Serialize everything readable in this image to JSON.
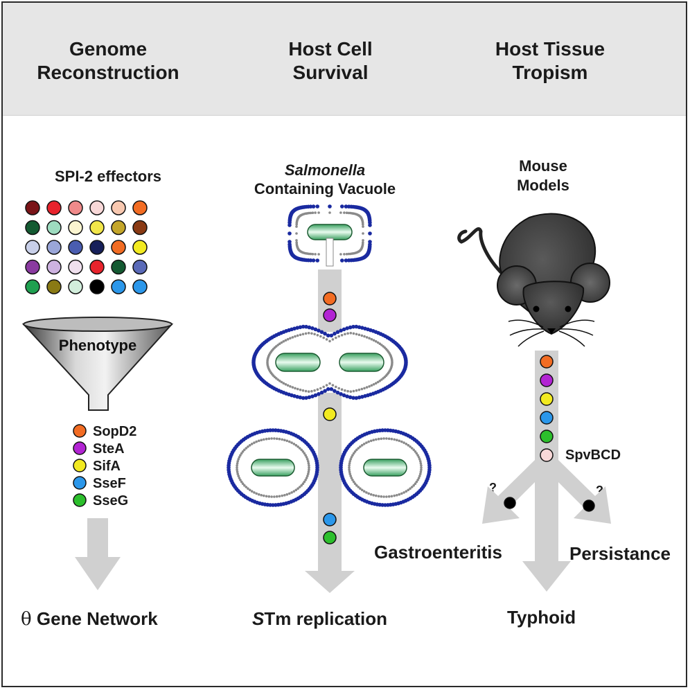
{
  "headers": {
    "col1": [
      "Genome",
      "Reconstruction"
    ],
    "col2": [
      "Host Cell",
      "Survival"
    ],
    "col3": [
      "Host Tissue",
      "Tropism"
    ]
  },
  "col1": {
    "title": "SPI-2 effectors",
    "funnel_label": "Phenotype",
    "legend": [
      {
        "label": "SopD2",
        "color": "#f26c23"
      },
      {
        "label": "SteA",
        "color": "#b224d3"
      },
      {
        "label": "SifA",
        "color": "#f2ea21"
      },
      {
        "label": "SseF",
        "color": "#2b97ea"
      },
      {
        "label": "SseG",
        "color": "#2cbf2c"
      }
    ],
    "bottom_symbol": "θ",
    "bottom_label": "Gene Network"
  },
  "col2": {
    "title_italic": "Salmonella",
    "title_rest": "Containing Vacuole",
    "bottom_italic": "S",
    "bottom_rest": "Tm replication"
  },
  "col3": {
    "title": [
      "Mouse",
      "Models"
    ],
    "spv_label": "SpvBCD",
    "q_left": "?",
    "q_right": "?",
    "left_outcome": "Gastroenteritis",
    "right_outcome": "Persistance",
    "bottom_outcome": "Typhoid"
  },
  "colors": {
    "header_band": "#e6e6e6",
    "arrow": "#d0d0d0",
    "membrane": "#1a2aa0",
    "bacterium": "#8fd6a8"
  }
}
